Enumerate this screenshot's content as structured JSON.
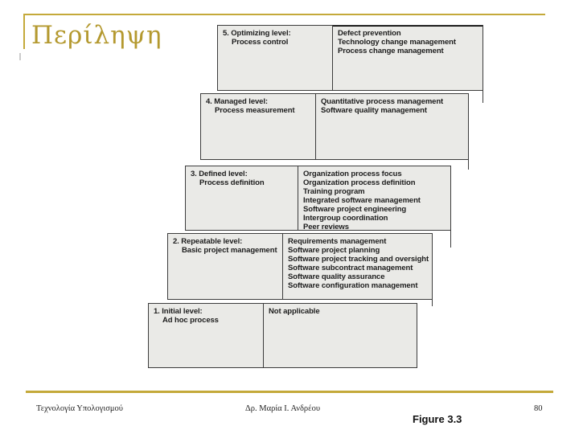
{
  "slide": {
    "title": "Περίληψη"
  },
  "colors": {
    "accent_gold": "#b4992f",
    "rule_gold": "#c4a93a",
    "box_fill": "#eaeae7",
    "box_border": "#3c3c3c"
  },
  "diagram": {
    "name": "CMM maturity levels staircase",
    "levels": [
      {
        "label": "5. Optimizing level:",
        "sublabel": "Process control",
        "kpas": [
          "Defect prevention",
          "Technology change management",
          "Process change management"
        ]
      },
      {
        "label": "4. Managed level:",
        "sublabel": "Process measurement",
        "kpas": [
          "Quantitative process management",
          "Software quality management"
        ]
      },
      {
        "label": "3. Defined level:",
        "sublabel": "Process definition",
        "kpas": [
          "Organization process focus",
          "Organization process definition",
          "Training program",
          "Integrated software management",
          "Software project engineering",
          "Intergroup coordination",
          "Peer reviews"
        ]
      },
      {
        "label": "2. Repeatable level:",
        "sublabel": "Basic project management",
        "kpas": [
          "Requirements management",
          "Software project planning",
          "Software project tracking and oversight",
          "Software subcontract management",
          "Software quality assurance",
          "Software configuration management"
        ]
      },
      {
        "label": "1. Initial level:",
        "sublabel": "Ad hoc process",
        "kpas": [
          "Not applicable"
        ]
      }
    ]
  },
  "footer": {
    "course": "Τεχνολογία Υπολογισμού",
    "author": "Δρ. Μαρία Ι. Ανδρέου",
    "figure_caption": "Figure 3.3",
    "page": "80"
  }
}
